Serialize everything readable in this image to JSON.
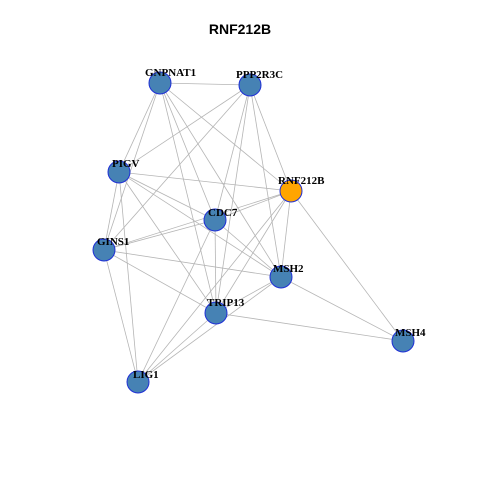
{
  "title": "RNF212B",
  "colors": {
    "node_fill": "#4682b4",
    "focus_fill": "#ffa500",
    "node_border": "#1f2fd6",
    "edge": "#b5b5b5"
  },
  "nodes": [
    {
      "id": "GNPNAT1",
      "label": "GNPNAT1",
      "focus": false
    },
    {
      "id": "PPP2R3C",
      "label": "PPP2R3C",
      "focus": false
    },
    {
      "id": "PIGV",
      "label": "PIGV",
      "focus": false
    },
    {
      "id": "RNF212B",
      "label": "RNF212B",
      "focus": true
    },
    {
      "id": "CDC7",
      "label": "CDC7",
      "focus": false
    },
    {
      "id": "GINS1",
      "label": "GINS1",
      "focus": false
    },
    {
      "id": "MSH2",
      "label": "MSH2",
      "focus": false
    },
    {
      "id": "TRIP13",
      "label": "TRIP13",
      "focus": false
    },
    {
      "id": "MSH4",
      "label": "MSH4",
      "focus": false
    },
    {
      "id": "LIG1",
      "label": "LIG1",
      "focus": false
    }
  ],
  "edges": [
    [
      "GNPNAT1",
      "PPP2R3C"
    ],
    [
      "GNPNAT1",
      "PIGV"
    ],
    [
      "GNPNAT1",
      "GINS1"
    ],
    [
      "GNPNAT1",
      "CDC7"
    ],
    [
      "GNPNAT1",
      "RNF212B"
    ],
    [
      "GNPNAT1",
      "MSH2"
    ],
    [
      "GNPNAT1",
      "TRIP13"
    ],
    [
      "PPP2R3C",
      "PIGV"
    ],
    [
      "PPP2R3C",
      "GINS1"
    ],
    [
      "PPP2R3C",
      "CDC7"
    ],
    [
      "PPP2R3C",
      "RNF212B"
    ],
    [
      "PPP2R3C",
      "MSH2"
    ],
    [
      "PPP2R3C",
      "TRIP13"
    ],
    [
      "PIGV",
      "RNF212B"
    ],
    [
      "PIGV",
      "CDC7"
    ],
    [
      "PIGV",
      "GINS1"
    ],
    [
      "PIGV",
      "MSH2"
    ],
    [
      "PIGV",
      "TRIP13"
    ],
    [
      "PIGV",
      "LIG1"
    ],
    [
      "RNF212B",
      "CDC7"
    ],
    [
      "RNF212B",
      "GINS1"
    ],
    [
      "RNF212B",
      "MSH2"
    ],
    [
      "RNF212B",
      "TRIP13"
    ],
    [
      "RNF212B",
      "MSH4"
    ],
    [
      "RNF212B",
      "LIG1"
    ],
    [
      "CDC7",
      "GINS1"
    ],
    [
      "CDC7",
      "MSH2"
    ],
    [
      "CDC7",
      "TRIP13"
    ],
    [
      "CDC7",
      "LIG1"
    ],
    [
      "GINS1",
      "MSH2"
    ],
    [
      "GINS1",
      "TRIP13"
    ],
    [
      "GINS1",
      "LIG1"
    ],
    [
      "MSH2",
      "TRIP13"
    ],
    [
      "MSH2",
      "MSH4"
    ],
    [
      "MSH2",
      "LIG1"
    ],
    [
      "TRIP13",
      "MSH4"
    ],
    [
      "TRIP13",
      "LIG1"
    ]
  ]
}
